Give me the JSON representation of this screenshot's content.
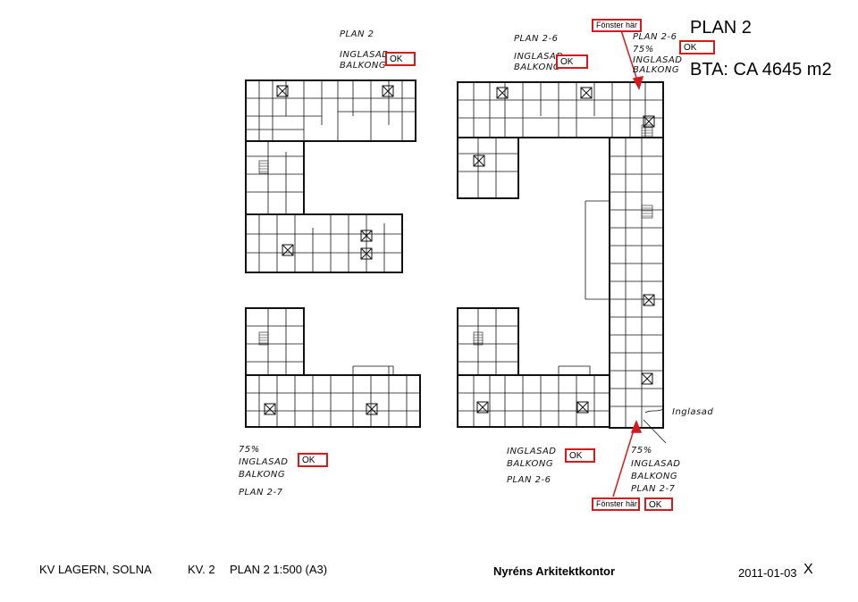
{
  "title": "PLAN 2",
  "bta": "BTA: CA 4645 m2",
  "notes": {
    "top_left_plan": "PLAN 2",
    "top_left_balcony_1": "INGLASAD",
    "top_left_balcony_2": "BALKONG",
    "top_mid_plan": "PLAN 2-6",
    "top_mid_balcony_1": "INGLASAD",
    "top_mid_balcony_2": "BALKONG",
    "top_right_plan": "PLAN 2-6",
    "top_right_pct": "75%",
    "top_right_balcony_1": "INGLASAD",
    "top_right_balcony_2": "BALKONG",
    "bottom_left_pct": "75%",
    "bottom_left_balcony_1": "INGLASAD",
    "bottom_left_balcony_2": "BALKONG",
    "bottom_left_plan": "PLAN 2-7",
    "bottom_mid_balcony_1": "INGLASAD",
    "bottom_mid_balcony_2": "BALKONG",
    "bottom_mid_plan": "PLAN 2-6",
    "bottom_right_pct": "75%",
    "bottom_right_balcony_1": "INGLASAD",
    "bottom_right_balcony_2": "BALKONG",
    "bottom_right_plan": "PLAN 2-7",
    "side_note": "Inglasad"
  },
  "ok_labels": {
    "top_left": "OK",
    "top_mid": "OK",
    "top_right": "OK",
    "bottom_left": "OK",
    "bottom_mid": "OK",
    "bottom_right": "OK"
  },
  "window_labels": {
    "top": "Fönster här",
    "bottom": "Fönster här"
  },
  "footer": {
    "project": "KV LAGERN, SOLNA",
    "level": "KV. 2",
    "plan_scale": "PLAN 2  1:500 (A3)",
    "office": "Nyréns Arkitektkontor",
    "date": "2011-01-03",
    "mark": "X"
  },
  "colors": {
    "accent": "#d7191c",
    "line": "#111111"
  }
}
